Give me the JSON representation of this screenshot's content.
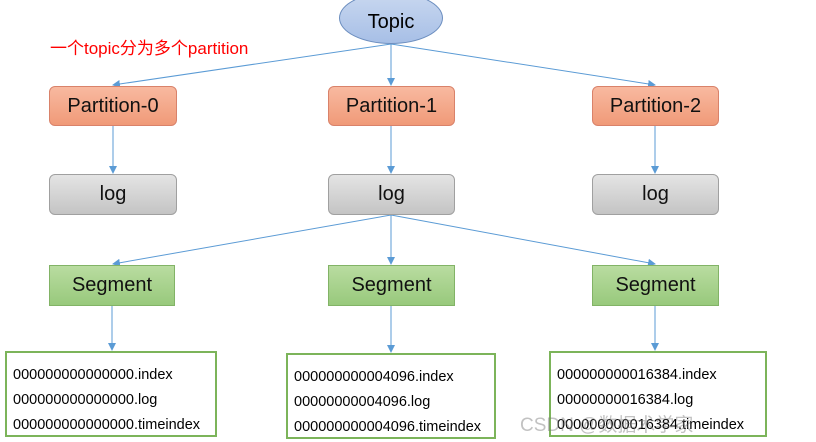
{
  "caption": "一个topic分为多个partition",
  "topic": "Topic",
  "partitions": [
    "Partition-0",
    "Partition-1",
    "Partition-2"
  ],
  "logs": [
    "log",
    "log",
    "log"
  ],
  "segments": [
    "Segment",
    "Segment",
    "Segment"
  ],
  "files": [
    [
      "000000000000000.index",
      "000000000000000.log",
      "000000000000000.timeindex"
    ],
    [
      "000000000004096.index",
      "00000000004096.log",
      "000000000004096.timeindex"
    ],
    [
      "000000000016384.index",
      "00000000016384.log",
      "000000000016384.timeindex"
    ]
  ],
  "watermark": "CSDN @数据术学家",
  "colors": {
    "arrow": "#5b9bd5",
    "caption": "#ff0000",
    "partition": "#f4a582",
    "log": "#d0d0d0",
    "segment": "#a9d18e",
    "topic": "#b4c7e7"
  }
}
